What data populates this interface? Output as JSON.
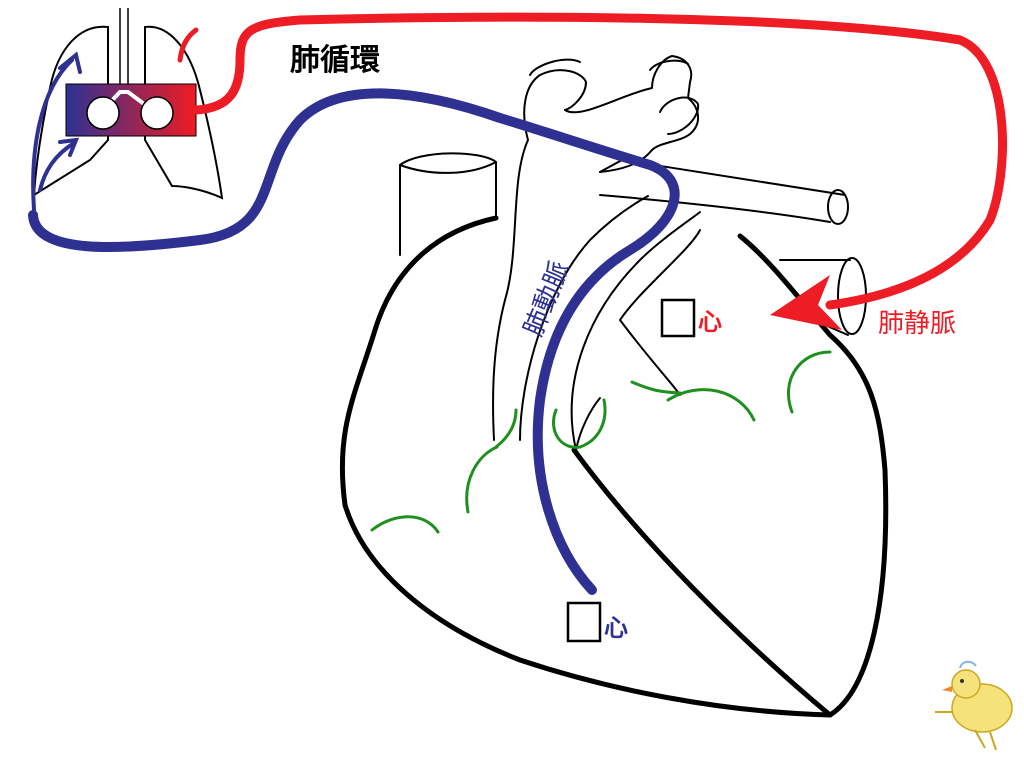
{
  "title": "肺循環",
  "labels": {
    "pulmonary_artery": "肺動脈",
    "pulmonary_vein": "肺静脈",
    "chamber_suffix": "心"
  },
  "colors": {
    "deoxygenated": "#2e3192",
    "oxygenated": "#ee1c24",
    "outline": "#000000",
    "coronary": "#1f8f1f",
    "gradient_left": "#2e3192",
    "gradient_right": "#ee1c24"
  },
  "icons": [
    "lungs-icon",
    "trachea-icon",
    "duck-doodle-icon"
  ]
}
